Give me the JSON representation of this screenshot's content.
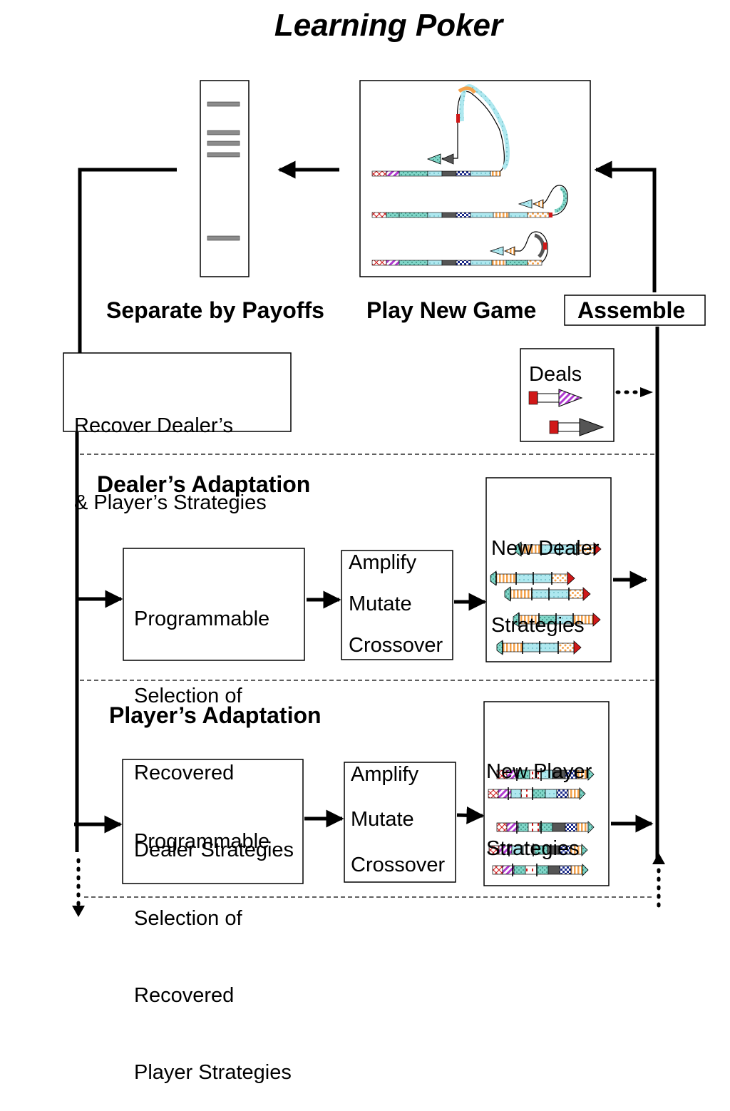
{
  "title": "Learning Poker",
  "labels": {
    "separate": "Separate by Payoffs",
    "play": "Play New Game",
    "assemble": "Assemble"
  },
  "recover_box": [
    "Recover Dealer’s",
    "& Player’s Strategies"
  ],
  "deals": "Deals",
  "dealer": {
    "heading": "Dealer’s Adaptation",
    "selection": [
      "Programmable",
      "Selection of",
      "Recovered",
      "Dealer Strategies"
    ],
    "ops": [
      "Amplify",
      "Mutate",
      "Crossover"
    ],
    "new_label": [
      "New Dealer",
      "Strategies"
    ]
  },
  "player": {
    "heading": "Player’s Adaptation",
    "selection": [
      "Programmable",
      "Selection of",
      "Recovered",
      "Player Strategies"
    ],
    "ops": [
      "Amplify",
      "Mutate",
      "Crossover"
    ],
    "new_label": [
      "New Player",
      "Strategies"
    ]
  },
  "colors": {
    "teal": "#7fd6c8",
    "cyan": "#aee8ef",
    "orange": "#f5a24a",
    "purple": "#b03ad0",
    "navy": "#1a2a8c",
    "red": "#d01818",
    "gray": "#8c8c8c",
    "dark": "#444444"
  }
}
